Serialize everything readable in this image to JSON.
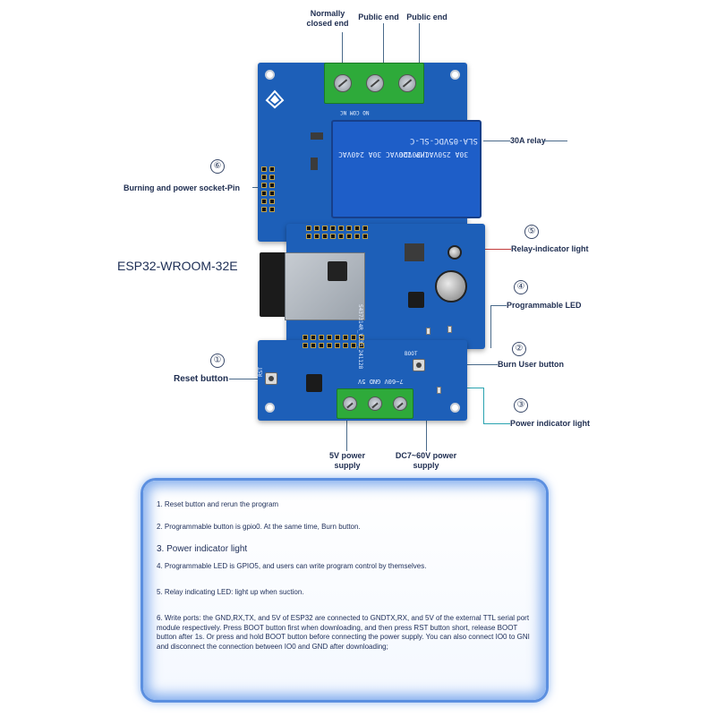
{
  "labels": {
    "normally_closed": "Normally closed end",
    "public_end_1": "Public end",
    "public_end_2": "Public end",
    "relay": "30A relay",
    "burning_socket": "Burning and power socket-Pin",
    "esp32": "ESP32-WROOM-32E",
    "relay_indicator": "Relay-indicator light",
    "programmable_led": "Programmable LED",
    "burn_user_button": "Burn User button",
    "reset_button": "Reset button",
    "power_indicator": "Power indicator light",
    "supply_5v": "5V power supply",
    "supply_dc": "DC7~60V power supply"
  },
  "numbers": {
    "n1": "①",
    "n2": "②",
    "n3": "③",
    "n4": "④",
    "n5": "⑤",
    "n6": "⑥"
  },
  "board": {
    "relay_line1": "SLA-05VDC-SL-C",
    "relay_line2": "30A 250VAC/30VDC",
    "relay_line3": "1HP 120VAC 30A 240VAC",
    "terminal_silk": "7~60V  GND  5V",
    "term_top_silk": "NO    COM    NC",
    "rst": "RST",
    "boot": "BOOT",
    "part_no": "S437314R_V733_241128"
  },
  "notes": [
    "1. Reset button and rerun the program",
    "2. Programmable button is gpio0. At the same time, Burn button.",
    "3. Power indicator light",
    "4. Programmable LED is GPIO5, and users can write program control by themselves.",
    "5. Relay indicating LED: light up when suction.",
    "6. Write ports: the GND,RX,TX, and 5V of ESP32 are connected to GNDTX,RX, and 5V of the external TTL serial port module respectively. Press BOOT button first when downloading, and then press RST button short, release BOOT button after 1s. Or press and hold BOOT button before connecting the power supply. You can also connect IO0 to GNI and disconnect the connection between IO0 and GND after downloading;"
  ],
  "colors": {
    "pcb": "#1d5fb8",
    "terminal": "#2eaa3a",
    "frame_glow": "#5b8fe0"
  }
}
